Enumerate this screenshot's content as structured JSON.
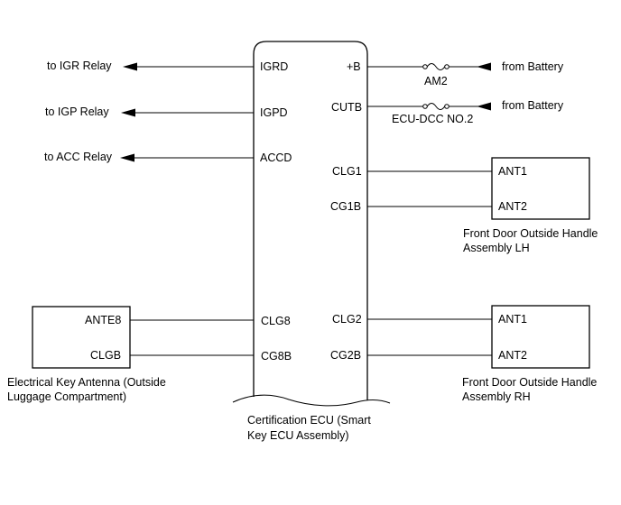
{
  "ecu": {
    "name_line1": "Certification ECU (Smart",
    "name_line2": "Key ECU Assembly)",
    "pins": {
      "igrd": "IGRD",
      "igpd": "IGPD",
      "accd": "ACCD",
      "clg8": "CLG8",
      "cg8b": "CG8B",
      "plus_b": "+B",
      "cutb": "CUTB",
      "clg1": "CLG1",
      "cg1b": "CG1B",
      "clg2": "CLG2",
      "cg2b": "CG2B"
    }
  },
  "outputs": {
    "igr": "to IGR Relay",
    "igp": "to IGP Relay",
    "acc": "to ACC Relay"
  },
  "power": {
    "battery1": "from Battery",
    "battery2": "from Battery",
    "fuse1": "AM2",
    "fuse2": "ECU-DCC NO.2"
  },
  "antenna_lh": {
    "pin1": "ANT1",
    "pin2": "ANT2",
    "name_line1": "Front Door Outside Handle",
    "name_line2": "Assembly LH"
  },
  "antenna_rh": {
    "pin1": "ANT1",
    "pin2": "ANT2",
    "name_line1": "Front Door Outside Handle",
    "name_line2": "Assembly RH"
  },
  "antenna_luggage": {
    "pin1": "ANTE8",
    "pin2": "CLGB",
    "name_line1": "Electrical Key Antenna (Outside",
    "name_line2": "Luggage Compartment)"
  }
}
